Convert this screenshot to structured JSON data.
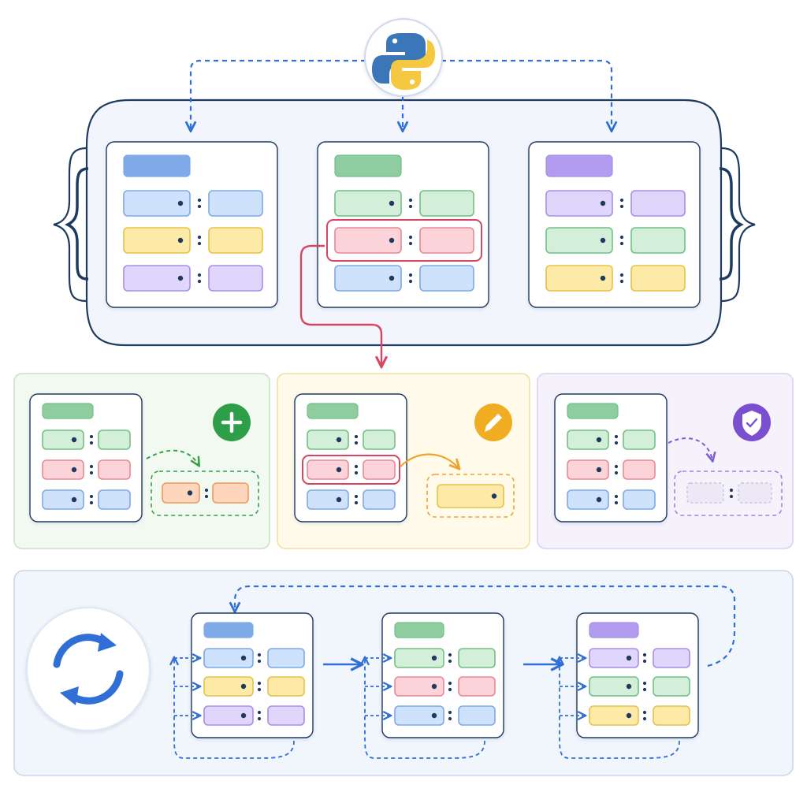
{
  "palette": {
    "outline": "#1e3a5f",
    "flow_blue": "#2f6fd6",
    "flow_red": "#d9455f",
    "flow_orange": "#f0a32a",
    "flow_green": "#3aa04a",
    "flow_purple": "#7b5cd6",
    "python_blue": "#3a76b8",
    "python_yellow": "#f5c842",
    "add_badge": "#2e9e48",
    "edit_badge": "#f1ad21",
    "secure_badge": "#7a4fd0",
    "refresh_blue": "#2f6fd6"
  },
  "colors": {
    "blue": {
      "fill": "#cfe2fb",
      "stroke": "#7ea9e6",
      "header": "#7eaae8",
      "light": "#e6f0fd"
    },
    "green": {
      "fill": "#d3efda",
      "stroke": "#73bf86",
      "header": "#8fcca0",
      "light": "#e6f6ea"
    },
    "yellow": {
      "fill": "#fdeaa7",
      "stroke": "#e3c24c",
      "header": "#f2d770",
      "light": "#fdf3cd"
    },
    "purple": {
      "fill": "#e0d5fa",
      "stroke": "#a88ee6",
      "header": "#b29cef",
      "light": "#eee7fd"
    },
    "red": {
      "fill": "#fcd3d8",
      "stroke": "#e58a95",
      "header": "#f0a2ac",
      "light": "#fde5e8"
    },
    "orange": {
      "fill": "#fdd6bd",
      "stroke": "#ef9a5f",
      "header": "#f5b48a",
      "light": "#feeadd"
    }
  },
  "icons": {
    "source": "python-logo-icon",
    "add": "plus-icon",
    "edit": "pencil-icon",
    "secure": "shield-check-icon",
    "iterate": "refresh-cycle-icon",
    "braces": "curly-brace-icon"
  },
  "top_dicts": [
    {
      "header": "blue",
      "rows": [
        [
          "blue",
          "blue"
        ],
        [
          "yellow",
          "yellow"
        ],
        [
          "purple",
          "purple"
        ]
      ]
    },
    {
      "header": "green",
      "rows": [
        [
          "green",
          "green"
        ],
        [
          "red",
          "red"
        ],
        [
          "blue",
          "blue"
        ]
      ],
      "highlight_row": 1
    },
    {
      "header": "purple",
      "rows": [
        [
          "purple",
          "purple"
        ],
        [
          "green",
          "green"
        ],
        [
          "yellow",
          "yellow"
        ]
      ]
    }
  ],
  "operations": [
    {
      "name": "add",
      "panel_tint": "#f2f9f1",
      "panel_border": "#c8e2c6",
      "dict": {
        "header": "green",
        "rows": [
          [
            "green",
            "green"
          ],
          [
            "red",
            "red"
          ],
          [
            "blue",
            "blue"
          ]
        ]
      },
      "result": [
        "orange",
        "orange"
      ]
    },
    {
      "name": "update",
      "panel_tint": "#fffaea",
      "panel_border": "#f1dfa3",
      "dict": {
        "header": "green",
        "rows": [
          [
            "green",
            "green"
          ],
          [
            "red",
            "red"
          ],
          [
            "blue",
            "blue"
          ]
        ],
        "highlight_row": 1
      },
      "result": [
        "yellow"
      ]
    },
    {
      "name": "protect",
      "panel_tint": "#f5f2fc",
      "panel_border": "#dcd2f1",
      "dict": {
        "header": "green",
        "rows": [
          [
            "green",
            "green"
          ],
          [
            "red",
            "red"
          ],
          [
            "blue",
            "blue"
          ]
        ]
      },
      "result": [
        "ghost",
        "ghost"
      ]
    }
  ],
  "iteration_dicts": [
    {
      "header": "blue",
      "rows": [
        [
          "blue",
          "blue"
        ],
        [
          "yellow",
          "yellow"
        ],
        [
          "purple",
          "purple"
        ]
      ]
    },
    {
      "header": "green",
      "rows": [
        [
          "green",
          "green"
        ],
        [
          "red",
          "red"
        ],
        [
          "blue",
          "blue"
        ]
      ]
    },
    {
      "header": "purple",
      "rows": [
        [
          "purple",
          "purple"
        ],
        [
          "green",
          "green"
        ],
        [
          "yellow",
          "yellow"
        ]
      ]
    }
  ]
}
